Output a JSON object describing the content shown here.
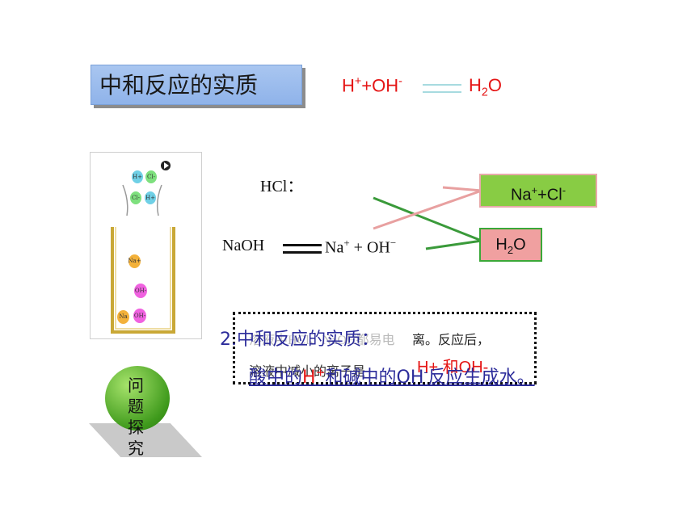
{
  "title": "中和反应的实质",
  "equation": {
    "h": "H",
    "plus_sign": "+",
    "oh_rest": "+OH",
    "minus_sign": "-",
    "product_h": "H",
    "product_sub": "2",
    "product_o": "O"
  },
  "reaction": {
    "hcl_label": "HCl：",
    "naoh": "NaOH",
    "na": "Na",
    "na_charge": "+",
    "oh_part": " + OH",
    "oh_charge": "−"
  },
  "boxes": {
    "nacl_main": "Na",
    "nacl_charge": "+",
    "cl": "+Cl",
    "cl_charge": "-",
    "water_h": "H",
    "water_sub": "2",
    "water_o": "O"
  },
  "explanation": {
    "line1_faded": "溶液中HCl、NaOH都易电",
    "line1_tail": "离。反应后，",
    "line2": "溶液中减小的离子是",
    "line2_ions": "H+ 和OH-",
    "heading": "2.中和反应的实质：",
    "body_pre": "酸中的",
    "body_h": "H",
    "body_h_charge": "+",
    "body_mid": "和碱中的OH",
    "body_oh_charge": "-",
    "body_post": "反应生成水。"
  },
  "beaker": {
    "ions_top": [
      "H+",
      "Cl-",
      "Cl-",
      "H+"
    ],
    "ions_bottom": [
      "Na+",
      "OH-",
      "Na",
      "OH-"
    ]
  },
  "question": {
    "label": "问题探究"
  },
  "colors": {
    "title_bg": "#a9c6f0",
    "red": "#e51515",
    "blue_text": "#2b2b9a",
    "green_box": "#88cc44",
    "pink_box": "#f0a0a0"
  }
}
